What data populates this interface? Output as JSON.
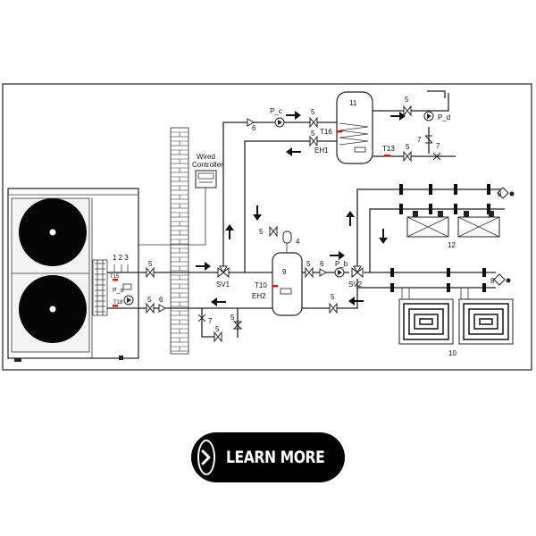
{
  "diagram": {
    "controller_label_line1": "Wired",
    "controller_label_line2": "Controller",
    "unit_sensor_numbers": "1 2 3",
    "labels": {
      "t15": "T15",
      "t18": "T18",
      "p_o": "P_o",
      "p_c": "P_c",
      "p_d": "P_d",
      "p_b": "P_b",
      "t16": "T16",
      "eh1": "EH1",
      "t13": "T13",
      "sv1": "SV1",
      "sv2": "SV2",
      "t10": "T10",
      "eh2": "EH2",
      "n4": "4",
      "n5": "5",
      "n6": "6",
      "n7": "7",
      "n8": "8",
      "n9": "9",
      "n10": "10",
      "n11": "11",
      "n12": "12"
    }
  },
  "cta": {
    "label": "LEARN MORE",
    "icon": "chevron-right-icon"
  }
}
